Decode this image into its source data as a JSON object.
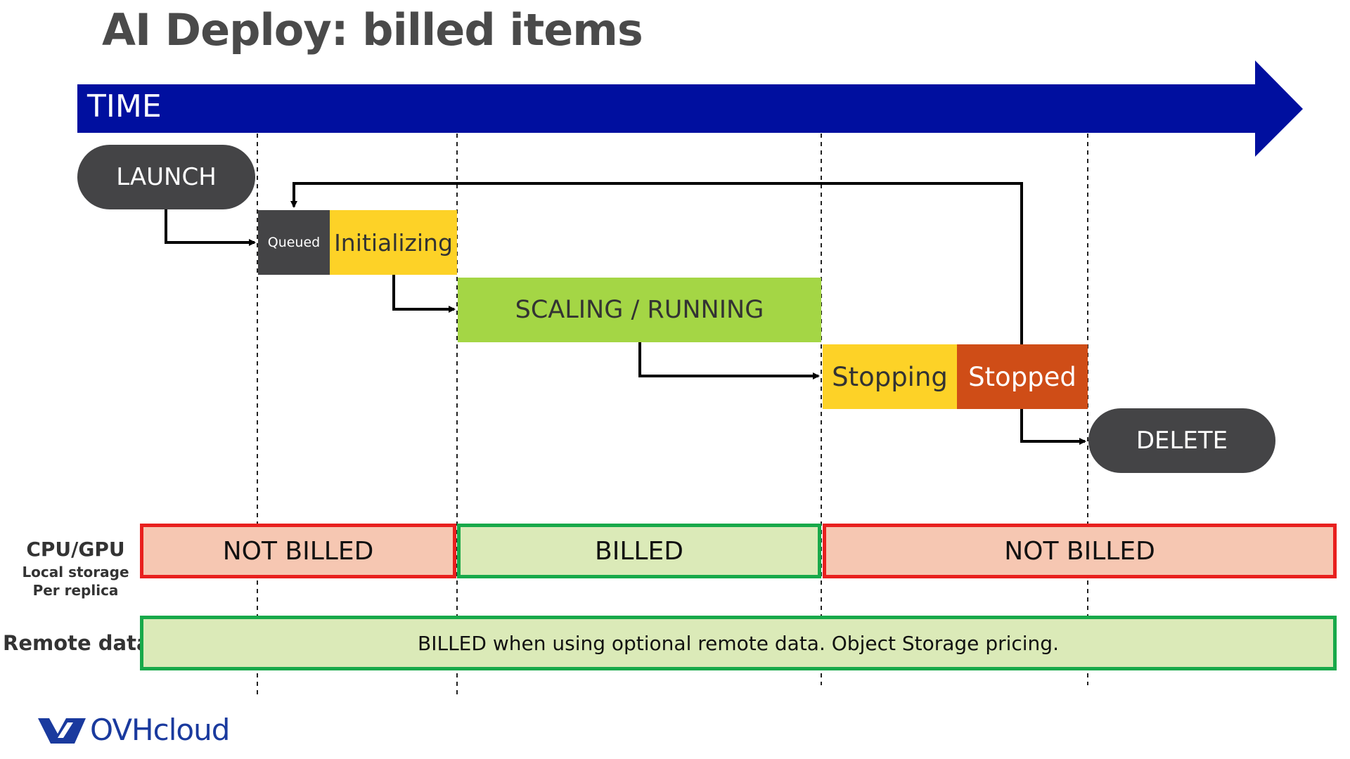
{
  "title": "AI Deploy: billed items",
  "timeline": {
    "label": "TIME",
    "color": "#000f9f"
  },
  "states": {
    "launch": "LAUNCH",
    "queued": "Queued",
    "initializing": "Initializing",
    "scaling_running": "SCALING / RUNNING",
    "stopping": "Stopping",
    "stopped": "Stopped",
    "delete": "DELETE"
  },
  "colors": {
    "dark_pill": "#444446",
    "initializing": "#fdd227",
    "running": "#a4d645",
    "stopping": "#fdd227",
    "stopped": "#cf4d17",
    "billed_fill": "#dbeab8",
    "billed_border": "#18a94a",
    "not_billed_fill": "#f6c7b2",
    "not_billed_border": "#e8201e"
  },
  "billing": {
    "compute_label": "CPU/GPU",
    "compute_sublabel_1": "Local storage",
    "compute_sublabel_2": "Per replica",
    "compute_segments": [
      "NOT BILLED",
      "BILLED",
      "NOT BILLED"
    ],
    "remote_label": "Remote data",
    "remote_text": "BILLED when using optional remote data.  Object Storage pricing."
  },
  "brand": {
    "logo_text": "OVHcloud",
    "logo_icon": "ovhcloud-logo-icon"
  }
}
